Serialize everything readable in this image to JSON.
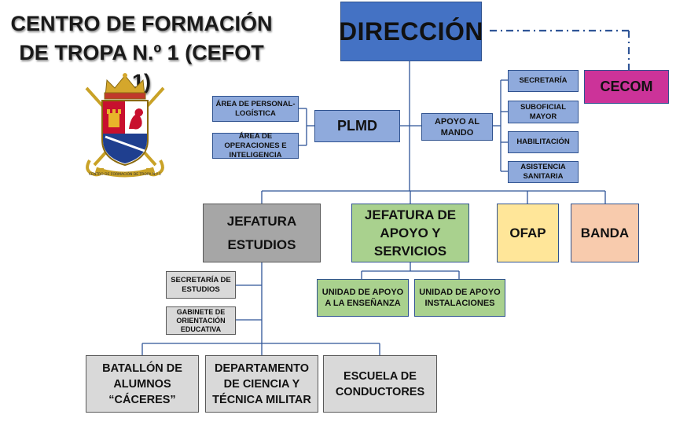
{
  "title": {
    "line1": "CENTRO DE FORMACIÓN",
    "line2": "DE TROPA N.º 1 (CEFOT 1)"
  },
  "crest_icon": "coat-of-arms-icon",
  "crest_text": "CENTRO DE FORMACIÓN DE TROPA N.º 1",
  "colors": {
    "direccion": "#4472c4",
    "staff": "#8faadc",
    "estudios": "#a6a6a6",
    "apoyo": "#a9d18e",
    "ofap": "#ffe699",
    "banda": "#f8cbad",
    "cecom": "#cc3399",
    "connector": "#2f5597"
  },
  "nodes": {
    "direccion": "DIRECCIÓN",
    "cecom": "CECOM",
    "plmd": "PLMD",
    "area_personal": [
      "ÁREA DE PERSONAL-",
      "LOGÍSTICA"
    ],
    "area_operaciones": [
      "ÁREA DE OPERACIONES E",
      "INTELIGENCIA"
    ],
    "apoyo_mando": [
      "APOYO AL",
      "MANDO"
    ],
    "secretaria": "SECRETARÍA",
    "suboficial": [
      "SUBOFICIAL",
      "MAYOR"
    ],
    "habilitacion": "HABILITACIÓN",
    "asistencia": [
      "ASISTENCIA",
      "SANITARIA"
    ],
    "jefatura_estudios": [
      "JEFATURA",
      "ESTUDIOS"
    ],
    "jefatura_apoyo": [
      "JEFATURA DE",
      "APOYO Y",
      "SERVICIOS"
    ],
    "ofap": "OFAP",
    "banda": "BANDA",
    "secretaria_estudios": [
      "SECRETARÍA DE",
      "ESTUDIOS"
    ],
    "gabinete": [
      "GABINETE DE",
      "ORIENTACIÓN",
      "EDUCATIVA"
    ],
    "unidad_ensenanza": [
      "UNIDAD DE APOYO",
      "A LA ENSEÑANZA"
    ],
    "unidad_instalaciones": [
      "UNIDAD DE APOYO",
      "INSTALACIONES"
    ],
    "batallon": [
      "BATALLÓN DE",
      "ALUMNOS",
      "“CÁCERES”"
    ],
    "departamento": [
      "DEPARTAMENTO",
      "DE CIENCIA Y",
      "TÉCNICA MILITAR"
    ],
    "escuela": [
      "ESCUELA DE",
      "CONDUCTORES"
    ]
  }
}
